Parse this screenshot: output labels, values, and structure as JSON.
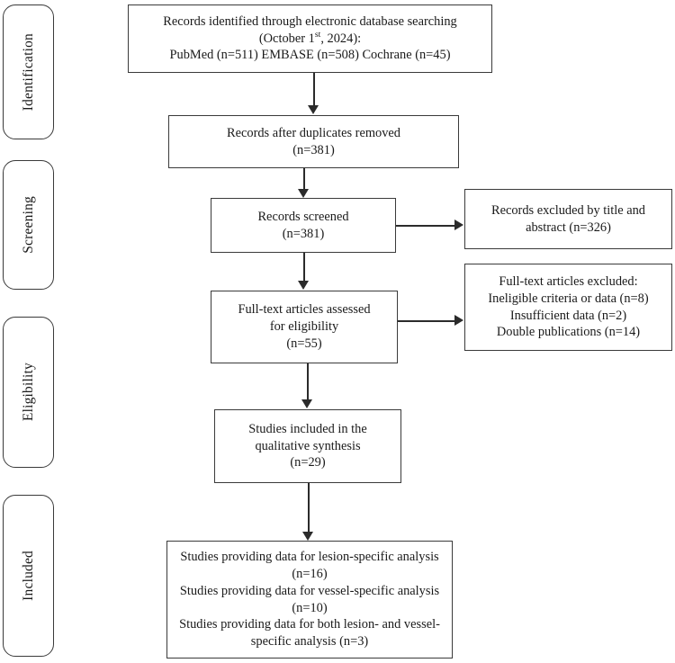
{
  "diagram": {
    "type": "prisma-flow-diagram",
    "stages": [
      {
        "label": "Identification"
      },
      {
        "label": "Screening"
      },
      {
        "label": "Eligibility"
      },
      {
        "label": "Included"
      }
    ],
    "boxes": {
      "identified": {
        "line1": "Records identified through electronic database searching",
        "line2_prefix": "(October 1",
        "line2_sup": "st",
        "line2_suffix": ", 2024):",
        "line3": "PubMed (n=511) EMBASE (n=508) Cochrane (n=45)",
        "counts": {
          "pubmed": 511,
          "embase": 508,
          "cochrane": 45
        }
      },
      "after_duplicates": {
        "line1": "Records after duplicates removed",
        "line2": "(n=381)",
        "count": 381
      },
      "screened": {
        "line1": "Records screened",
        "line2": "(n=381)",
        "count": 381
      },
      "excluded_title_abstract": {
        "text": "Records excluded by title and abstract (n=326)",
        "count": 326
      },
      "full_text_assessed": {
        "line1": "Full-text articles assessed",
        "line2": "for eligibility",
        "line3": "(n=55)",
        "count": 55
      },
      "full_text_excluded": {
        "line1": "Full-text articles excluded:",
        "line2": "Ineligible criteria or data (n=8)",
        "line3": "Insufficient data (n=2)",
        "line4": "Double publications (n=14)",
        "counts": {
          "ineligible": 8,
          "insufficient": 2,
          "double": 14
        }
      },
      "qualitative_synthesis": {
        "line1": "Studies included in the",
        "line2": "qualitative synthesis",
        "line3": "(n=29)",
        "count": 29
      },
      "final_included": {
        "line1": "Studies providing data for lesion-specific analysis (n=16)",
        "line2": "Studies providing data for vessel-specific analysis (n=10)",
        "line3": "Studies providing data for both lesion- and vessel-specific analysis (n=3)",
        "counts": {
          "lesion_specific": 16,
          "vessel_specific": 10,
          "both": 3
        }
      }
    },
    "colors": {
      "border": "#3a3a3a",
      "connector": "#2b2b2b",
      "background": "#ffffff",
      "text": "#1a1a1a"
    }
  }
}
